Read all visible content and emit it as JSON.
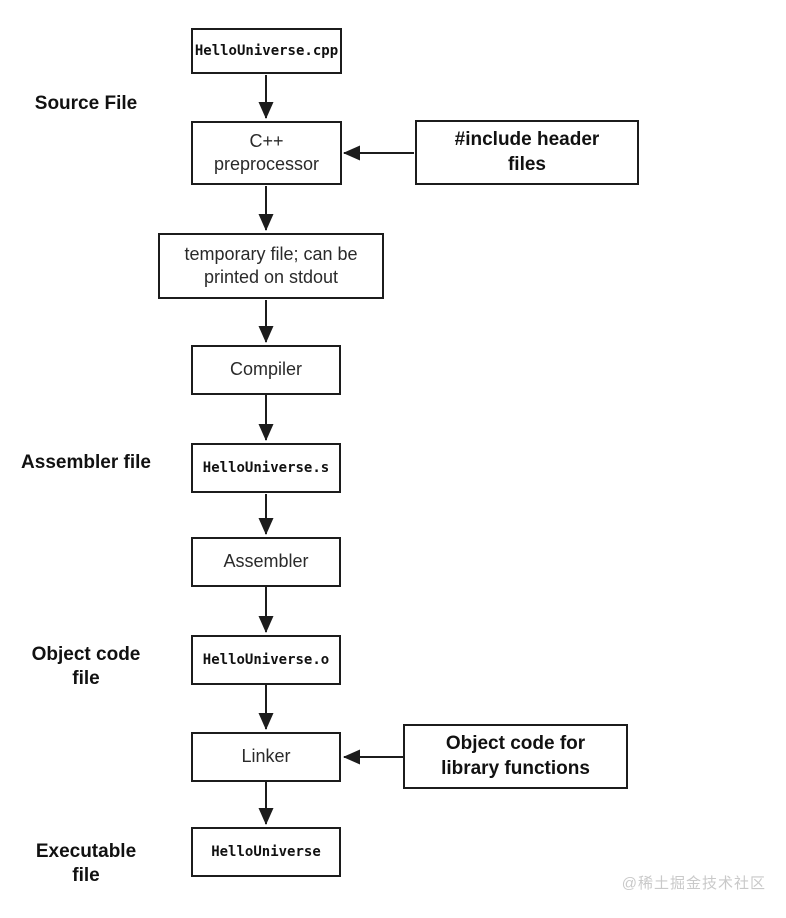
{
  "diagram": {
    "nodes": [
      {
        "id": "source-file",
        "label": "HelloUniverse.cpp",
        "kind": "file"
      },
      {
        "id": "preprocessor",
        "label": "C++ preprocessor",
        "kind": "process"
      },
      {
        "id": "temp-file",
        "label": "temporary file; can be printed on stdout",
        "kind": "file"
      },
      {
        "id": "compiler",
        "label": "Compiler",
        "kind": "process"
      },
      {
        "id": "assembler-file",
        "label": "HelloUniverse.s",
        "kind": "file"
      },
      {
        "id": "assembler",
        "label": "Assembler",
        "kind": "process"
      },
      {
        "id": "object-file",
        "label": "HelloUniverse.o",
        "kind": "file"
      },
      {
        "id": "linker",
        "label": "Linker",
        "kind": "process"
      },
      {
        "id": "executable",
        "label": "HelloUniverse",
        "kind": "file"
      }
    ],
    "callouts": [
      {
        "id": "include-headers",
        "label": "#include header files",
        "points_to": "preprocessor"
      },
      {
        "id": "library-objects",
        "label": "Object code for library functions",
        "points_to": "linker"
      }
    ],
    "stage_labels": [
      {
        "label": "Source File",
        "beside": "preprocessor"
      },
      {
        "label": "Assembler file",
        "beside": "assembler-file"
      },
      {
        "label": "Object code file",
        "beside": "object-file"
      },
      {
        "label": "Executable file",
        "beside": "executable"
      }
    ],
    "edges": [
      {
        "from": "source-file",
        "to": "preprocessor"
      },
      {
        "from": "include-headers",
        "to": "preprocessor"
      },
      {
        "from": "preprocessor",
        "to": "temp-file"
      },
      {
        "from": "temp-file",
        "to": "compiler"
      },
      {
        "from": "compiler",
        "to": "assembler-file"
      },
      {
        "from": "assembler-file",
        "to": "assembler"
      },
      {
        "from": "assembler",
        "to": "object-file"
      },
      {
        "from": "object-file",
        "to": "linker"
      },
      {
        "from": "library-objects",
        "to": "linker"
      },
      {
        "from": "linker",
        "to": "executable"
      }
    ],
    "watermark": "@稀土掘金技术社区",
    "line_color": "#1c1c1c"
  }
}
